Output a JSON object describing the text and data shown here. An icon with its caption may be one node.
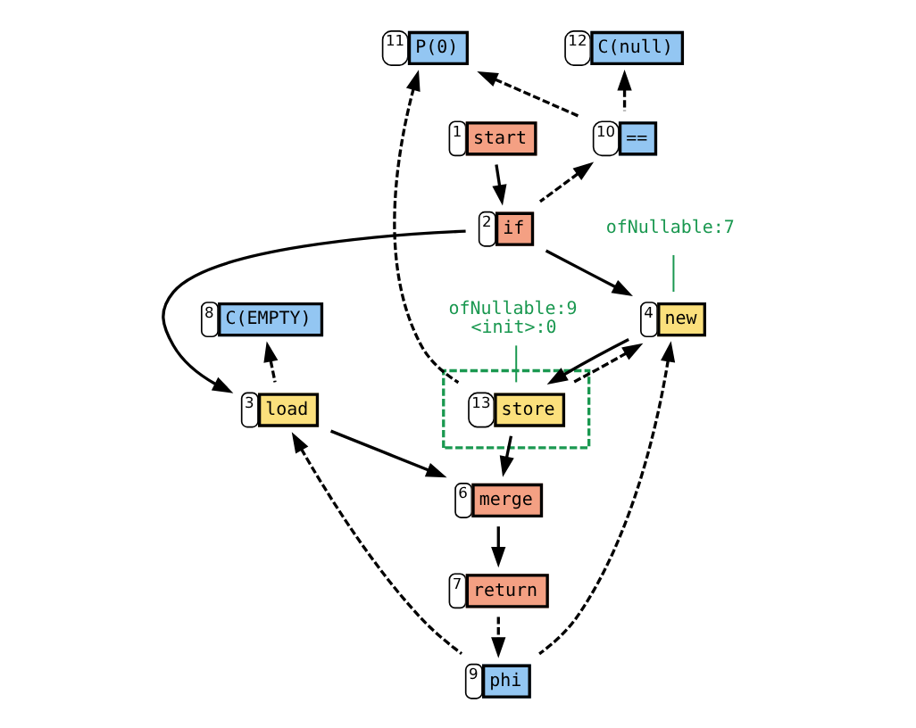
{
  "diagram": {
    "nodes": [
      {
        "text": [
          "start"
        ],
        "beside": [
          "1"
        ]
      },
      {
        "text": [
          "P(0)"
        ],
        "beside": [
          "11"
        ]
      },
      {
        "text": [
          "C(null)"
        ],
        "beside": [
          "12"
        ]
      },
      {
        "text": [
          "C(EMPTY)"
        ],
        "beside": [
          "8"
        ]
      },
      {
        "text": [
          "=="
        ],
        "beside": [
          "10"
        ]
      },
      {
        "text": [
          "if"
        ],
        "beside": [
          "2"
        ]
      },
      {
        "text": [
          "ofNullable:7"
        ]
      },
      {
        "text": [
          "new"
        ],
        "beside": [
          "4"
        ]
      },
      {
        "text": [
          "load"
        ],
        "beside": [
          "3"
        ]
      },
      {
        "text": [],
        "shape": "box"
      },
      {
        "text": [
          "store"
        ],
        "beside": [
          "13"
        ],
        "in": 9
      },
      {
        "text": [
          "ofNullable:9",
          "<init>:0"
        ]
      },
      {
        "text": [
          "merge"
        ],
        "beside": [
          "6"
        ]
      },
      {
        "text": [
          "phi"
        ],
        "beside": [
          "9"
        ]
      },
      {
        "text": [
          "return"
        ],
        "beside": [
          "7"
        ]
      }
    ],
    "edges": [
      {
        "from": 0,
        "to": 5,
        "arrow": "to"
      },
      {
        "from": 5,
        "to": 8,
        "arrow": "to"
      },
      {
        "from": 5,
        "to": 7,
        "arrow": "to"
      },
      {
        "from": 5,
        "to": 4,
        "arrow": "to",
        "style": "dashed"
      },
      {
        "from": 4,
        "to": 1,
        "arrow": "to",
        "style": "dashed"
      },
      {
        "from": 4,
        "to": 2,
        "arrow": "to",
        "style": "dashed"
      },
      {
        "from": 8,
        "to": 3,
        "arrow": "to",
        "style": "dashed"
      },
      {
        "from": 8,
        "to": 12,
        "arrow": "to"
      },
      {
        "from": 7,
        "to": 10,
        "arrow": "to"
      },
      {
        "from": 10,
        "to": 7,
        "arrow": "to",
        "style": "dashed"
      },
      {
        "from": 10,
        "to": 12,
        "arrow": "to"
      },
      {
        "from": 10,
        "to": 1,
        "arrow": "to",
        "style": "dashed"
      },
      {
        "from": 13,
        "to": 8,
        "arrow": "to",
        "style": "dashed"
      },
      {
        "from": 13,
        "to": 7,
        "arrow": "to",
        "style": "dashed"
      },
      {
        "from": 12,
        "to": 14,
        "arrow": "to"
      },
      {
        "from": 14,
        "to": 13,
        "arrow": "to",
        "style": "dashed"
      },
      {
        "from": 6,
        "to": 7,
        "arrow": "none",
        "color": "#1a9850"
      },
      {
        "from": 11,
        "to": 10,
        "arrow": "none",
        "color": "#1a9850"
      }
    ]
  }
}
